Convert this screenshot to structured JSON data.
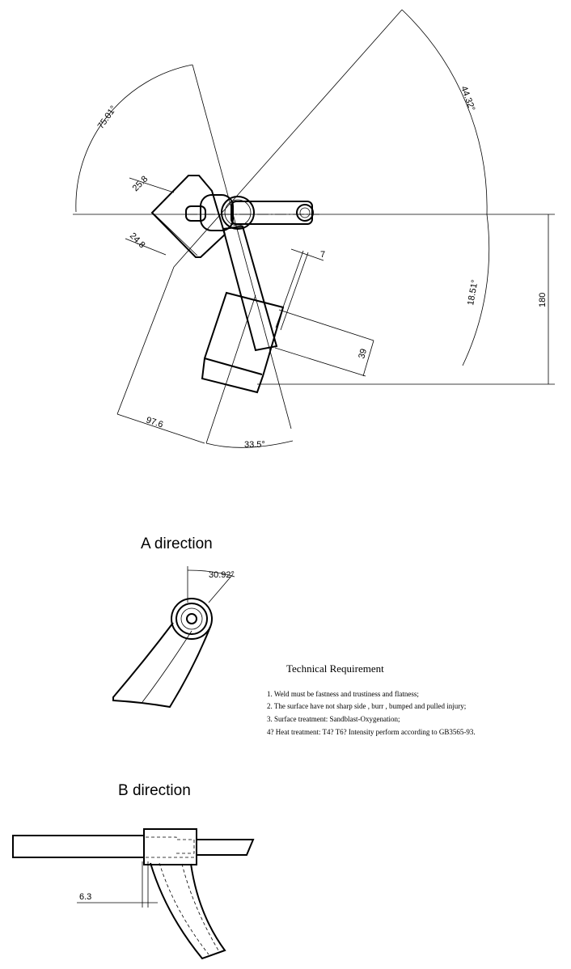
{
  "main_view": {
    "dimensions": {
      "angle_left": "75.01°",
      "angle_top_right": "44.32°",
      "angle_right": "18.51°",
      "angle_bottom": "33.5°",
      "plate_width_top": "25.8",
      "plate_width_bottom": "24.8",
      "offset_7": "7",
      "block_39": "39",
      "height_180": "180",
      "length_97_6": "97.6"
    }
  },
  "view_a": {
    "title": "A   direction",
    "angle": "30.92°"
  },
  "view_b": {
    "title": "B   direction",
    "offset": "6.3"
  },
  "technical_requirement": {
    "heading": "Technical Requirement",
    "items": [
      "1.  Weld must be  fastness and trustiness and flatness;",
      "2.  The surface have not sharp side , burr , bumped and pulled injury;",
      "3.  Surface treatment: Sandblast-Oxygenation;",
      "4? Heat treatment: T4? T6? Intensity perform according to GB3565-93."
    ]
  }
}
